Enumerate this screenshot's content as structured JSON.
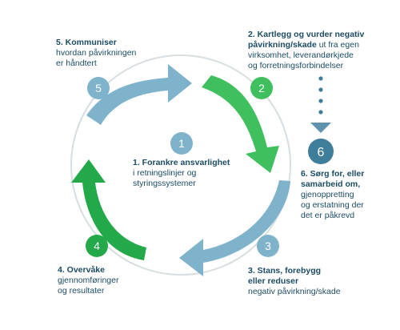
{
  "colors": {
    "blue": "#7fb3cc",
    "dark_blue": "#3f7e9a",
    "green": "#23a84a",
    "light_green": "#3fbf5d",
    "ring": "#d7dde0",
    "text": "#1c4b63"
  },
  "steps": [
    {
      "number": "1",
      "title": "1. Forankre ansvarlighet",
      "lines": [
        "i retningslinjer og",
        "styringssystemer"
      ]
    },
    {
      "number": "2",
      "title_lines": [
        "2. Kartlegg og vurder negativ",
        "påvirkning/skade"
      ],
      "title_tail": " ut fra egen",
      "lines": [
        "virksomhet, leverandørkjede",
        "og forretningsforbindelser"
      ]
    },
    {
      "number": "3",
      "title_lines": [
        "3. Stans, forebygg",
        "eller reduser"
      ],
      "lines": [
        "negativ påvirkning/skade"
      ]
    },
    {
      "number": "4",
      "title": "4. Overvåke",
      "lines": [
        "gjennomføringer",
        "og resultater"
      ]
    },
    {
      "number": "5",
      "title": "5. Kommuniser",
      "lines": [
        "hvordan påvirkningen",
        "er håndtert"
      ]
    },
    {
      "number": "6",
      "title_lines": [
        "6. Sørg for, eller",
        "samarbeid om,"
      ],
      "lines": [
        "gjenoppretting",
        "og erstatning der",
        "det er påkrevd"
      ]
    }
  ]
}
